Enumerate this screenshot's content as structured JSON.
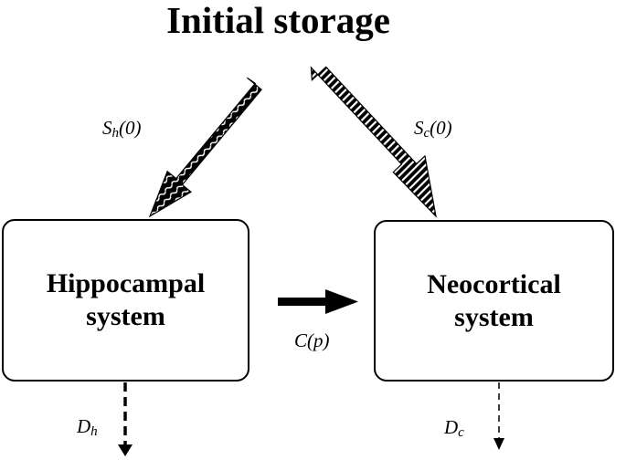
{
  "title": "Initial storage",
  "hippocampal": {
    "line1": "Hippocampal",
    "line2": "system"
  },
  "neocortical": {
    "line1": "Neocortical",
    "line2": "system"
  },
  "labels": {
    "sh_main": "S",
    "sh_sub": "h",
    "sh_arg": "(0)",
    "sc_main": "S",
    "sc_sub": "c",
    "sc_arg": "(0)",
    "cp": "C(p)",
    "dh_main": "D",
    "dh_sub": "h",
    "dc_main": "D",
    "dc_sub": "c"
  }
}
